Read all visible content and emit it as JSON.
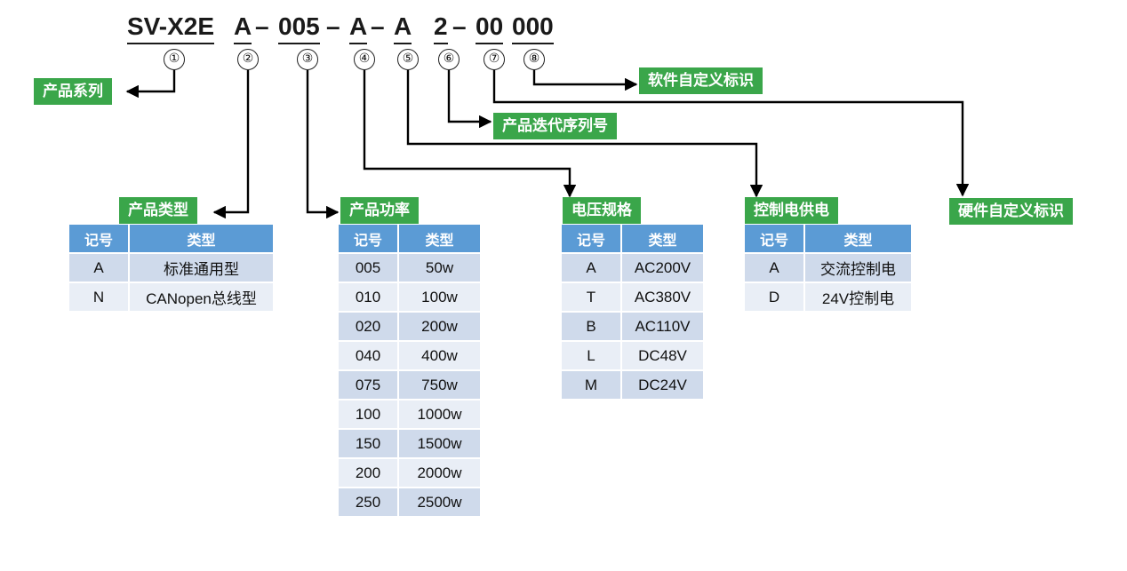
{
  "code": {
    "series": "SV-X2E",
    "type": "A",
    "power": "005",
    "voltage": "A",
    "control": "A",
    "iteration": "2",
    "hw": "00",
    "sw": "000",
    "dash": "–"
  },
  "markers": [
    "①",
    "②",
    "③",
    "④",
    "⑤",
    "⑥",
    "⑦",
    "⑧"
  ],
  "labels": {
    "series": "产品系列",
    "type": "产品类型",
    "power": "产品功率",
    "voltage": "电压规格",
    "control": "控制电供电",
    "iteration": "产品迭代序列号",
    "hardware": "硬件自定义标识",
    "software": "软件自定义标识"
  },
  "colors": {
    "tag": "#3aa64a",
    "header": "#5b9bd5",
    "row_odd": "#cfdaeb",
    "row_even": "#e9eef6"
  },
  "tables": {
    "type": {
      "headers": [
        "记号",
        "类型"
      ],
      "rows": [
        [
          "A",
          "标准通用型"
        ],
        [
          "N",
          "CANopen总线型"
        ]
      ]
    },
    "power": {
      "headers": [
        "记号",
        "类型"
      ],
      "rows": [
        [
          "005",
          "50w"
        ],
        [
          "010",
          "100w"
        ],
        [
          "020",
          "200w"
        ],
        [
          "040",
          "400w"
        ],
        [
          "075",
          "750w"
        ],
        [
          "100",
          "1000w"
        ],
        [
          "150",
          "1500w"
        ],
        [
          "200",
          "2000w"
        ],
        [
          "250",
          "2500w"
        ]
      ]
    },
    "voltage": {
      "headers": [
        "记号",
        "类型"
      ],
      "rows": [
        [
          "A",
          "AC200V"
        ],
        [
          "T",
          "AC380V"
        ],
        [
          "B",
          "AC110V"
        ],
        [
          "L",
          "DC48V"
        ],
        [
          "M",
          "DC24V"
        ]
      ]
    },
    "control": {
      "headers": [
        "记号",
        "类型"
      ],
      "rows": [
        [
          "A",
          "交流控制电"
        ],
        [
          "D",
          "24V控制电"
        ]
      ]
    }
  }
}
